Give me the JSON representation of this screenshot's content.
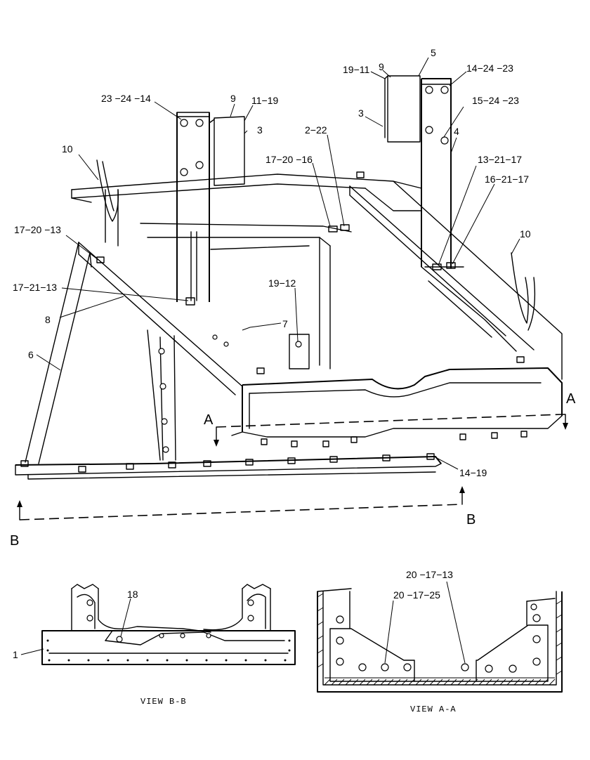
{
  "callouts": {
    "c_19_11": "19−11",
    "c_9_top": "9",
    "c_5": "5",
    "c_14_24_23": "14−24 −23",
    "c_15_24_23": "15−24 −23",
    "c_3_right": "3",
    "c_4": "4",
    "c_23_24_14": "23 −24 −14",
    "c_9_left": "9",
    "c_11_19": "11−19",
    "c_3_left": "3",
    "c_2_22": "2−22",
    "c_17_20_16": "17−20 −16",
    "c_13_21_17": "13−21−17",
    "c_16_21_17": "16−21−17",
    "c_10_left": "10",
    "c_10_right": "10",
    "c_17_20_13": "17−20 −13",
    "c_17_21_13": "17−21−13",
    "c_19_12": "19−12",
    "c_8": "8",
    "c_7": "7",
    "c_6": "6",
    "c_14_19": "14−19",
    "c_18": "18",
    "c_1": "1",
    "c_20_17_13": "20 −17−13",
    "c_20_17_25": "20 −17−25"
  },
  "section_labels": {
    "a_left": "A",
    "a_right": "A",
    "b_left": "B",
    "b_right": "B"
  },
  "views": {
    "view_bb": "VIEW  B-B",
    "view_aa": "VIEW  A-A"
  }
}
